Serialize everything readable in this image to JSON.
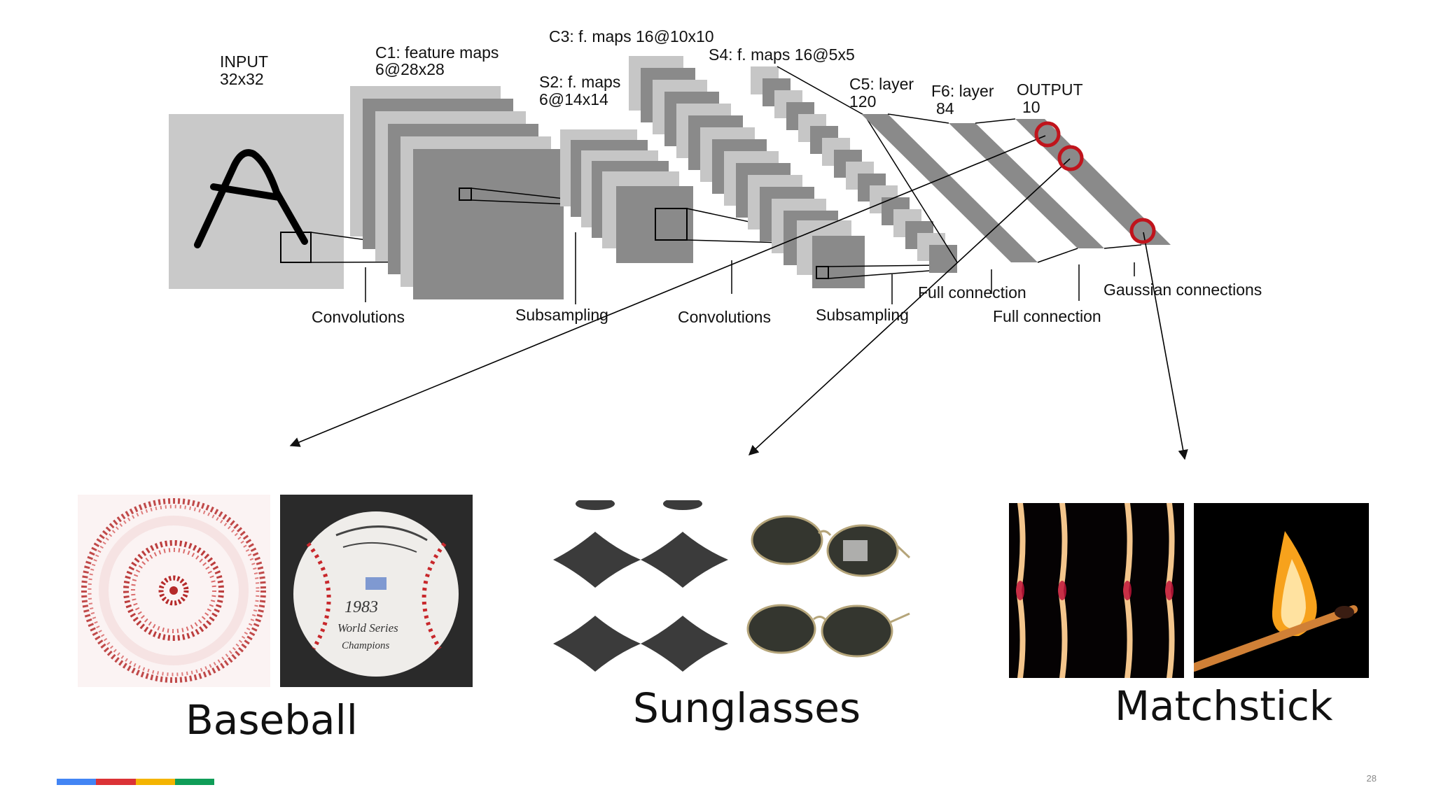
{
  "network": {
    "input_label": [
      "INPUT",
      "32x32"
    ],
    "c1_label": [
      "C1: feature maps",
      "6@28x28"
    ],
    "s2_label": [
      "S2: f. maps",
      "6@14x14"
    ],
    "c3_label": [
      "C3: f. maps 16@10x10"
    ],
    "s4_label": [
      "S4: f. maps 16@5x5"
    ],
    "c5_label": [
      "C5: layer",
      "120"
    ],
    "f6_label": [
      "F6: layer",
      "84"
    ],
    "output_label": [
      "OUTPUT",
      "10"
    ],
    "operations": [
      "Convolutions",
      "Subsampling",
      "Convolutions",
      "Subsampling",
      "Full connection",
      "Full connection",
      "Gaussian connections"
    ]
  },
  "examples": [
    {
      "caption": "Baseball",
      "ball_text": [
        "1983",
        "World Series",
        "Champions"
      ]
    },
    {
      "caption": "Sunglasses"
    },
    {
      "caption": "Matchstick"
    }
  ],
  "colors": {
    "layer_light": "#c6c6c6",
    "layer_dark": "#8a8a8a",
    "highlight_circle": "#c0141c",
    "google_bar": [
      "#4285f4",
      "#db3236",
      "#f4b400",
      "#0f9d58"
    ]
  },
  "page_number": "28"
}
